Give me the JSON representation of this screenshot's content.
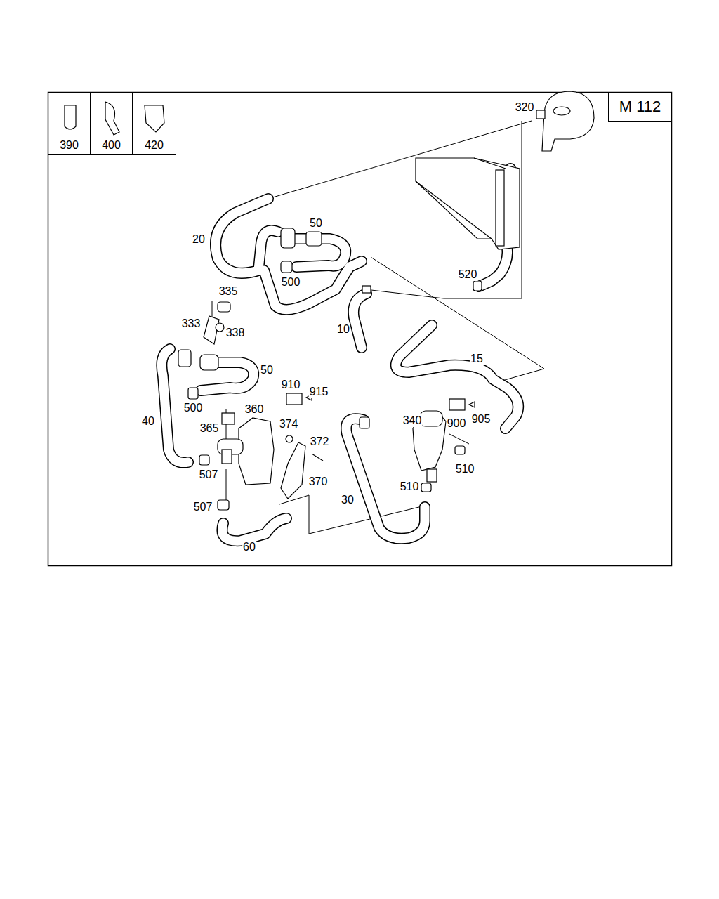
{
  "diagram": {
    "nodes": [
      {
        "text": [
          "390"
        ]
      },
      {
        "text": [
          "400"
        ]
      },
      {
        "text": [
          "420"
        ]
      },
      {
        "text": [
          "M 112"
        ]
      }
    ],
    "labels": [
      "320",
      "50",
      "20",
      "500",
      "520",
      "335",
      "333",
      "338",
      "10",
      "15",
      "50",
      "910",
      "915",
      "500",
      "360",
      "40",
      "365",
      "374",
      "372",
      "340",
      "900",
      "905",
      "510",
      "507",
      "370",
      "510",
      "30",
      "507",
      "60"
    ]
  }
}
